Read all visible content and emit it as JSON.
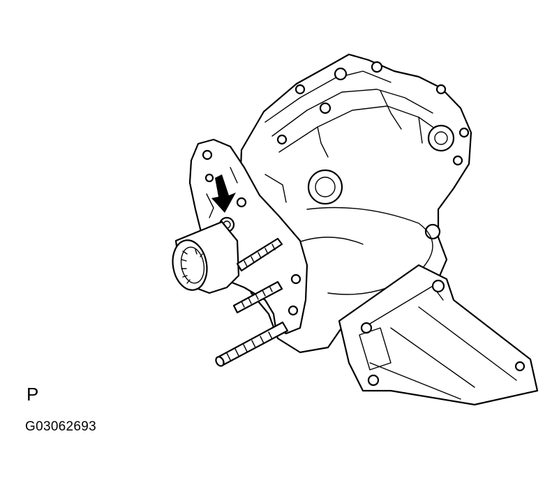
{
  "figure": {
    "view_label": "P",
    "figure_code": "G03062693"
  },
  "illustration": {
    "subject": "transfer-case-assembly-line-drawing",
    "callout": "arrow-pointing-to-plug"
  }
}
